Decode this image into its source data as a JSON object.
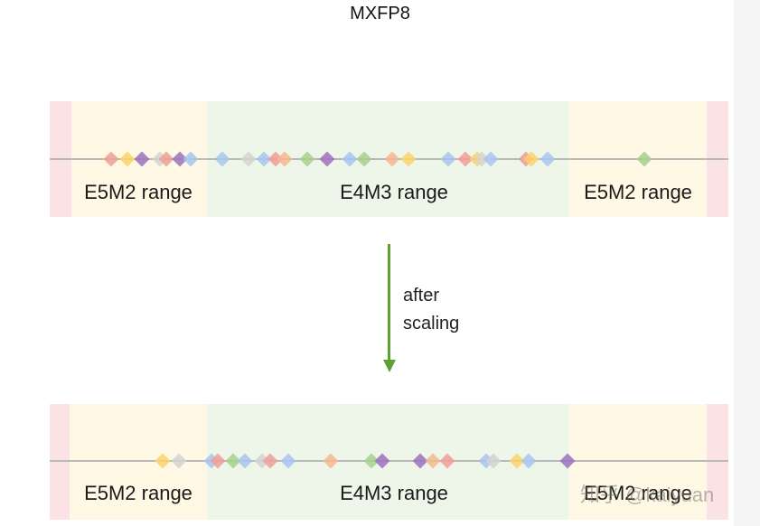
{
  "title": "MXFP8",
  "top": {
    "range_left": "E5M2 range",
    "range_center": "E4M3 range",
    "range_right": "E5M2 range"
  },
  "arrow": {
    "line1": "after",
    "line2": "scaling"
  },
  "bottom": {
    "range_left": "E5M2 range",
    "range_center": "E4M3 range",
    "range_right": "E5M2 range"
  },
  "watermark": "知乎 @kaiyuan",
  "colors": {
    "orange": "#f4b98f",
    "yellow": "#fbd46b",
    "purple": "#9b72c0",
    "gray": "#d3d3d3",
    "salmon": "#ee9f98",
    "blue": "#a9c4ee",
    "green": "#a8d08d",
    "arrow": "#5ea132"
  }
}
